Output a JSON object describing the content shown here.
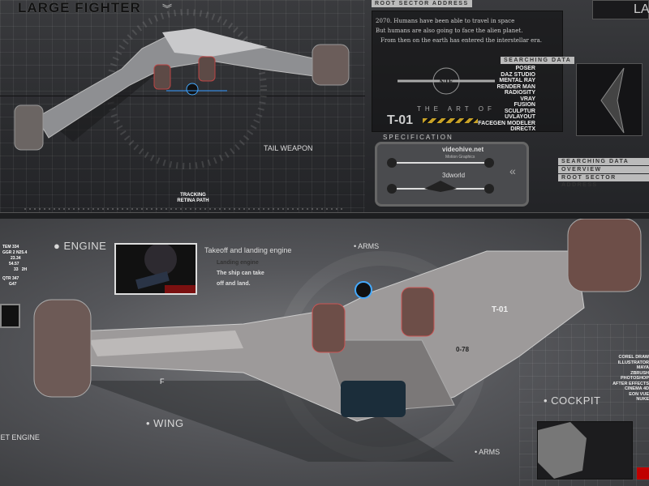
{
  "top_panel": {
    "title": "LARGE FIGHTER",
    "tail_weapon": "TAIL WEAPON",
    "tracking": [
      "TRACKING",
      "RETINA PATH"
    ],
    "root_sector_top": "ROOT SECTOR ADDRESS",
    "story": [
      "2070. Humans have been able to travel in space",
      "But humans are also going to face the alien planet.",
      "From then on the earth has entered the interstellar era."
    ],
    "searching_data": "SEARCHING DATA",
    "software": [
      "POSER",
      "DAZ STUDIO",
      "MENTAL RAY",
      "RENDER MAN",
      "RADIOSITY",
      "VRAY",
      "FUSION",
      "SCULPTUR",
      "UVLAYOUT",
      "FACEGEN MODELER",
      "DIRECTX"
    ],
    "emblem": "NIE",
    "art_of": "THE ART OF",
    "model": "T-01",
    "specification": "SPECIFICATION",
    "spec_text": [
      "videohive.net",
      "Motion Graphics",
      "3dworld"
    ],
    "right_tags": [
      "SEARCHING DATA",
      "OVERVIEW",
      "ROOT SECTOR ADDRESS"
    ],
    "corner_label": "LA"
  },
  "bottom_panel": {
    "engine": "ENGINE",
    "hud_numbers": [
      "TEM 334",
      "GGR 2 N25.4",
      "23.34",
      "54.57",
      "33",
      "2H",
      "QTR 347",
      "G47"
    ],
    "engine_title": "Takeoff and landing engine",
    "engine_desc": [
      "Landing engine",
      "The ship can take",
      "off and land."
    ],
    "arms_top": "ARMS",
    "arms_bottom": "ARMS",
    "wing": "WING",
    "cockpit": "COCKPIT",
    "jet_engine": "JET ENGINE",
    "hull_marks": [
      "T-01",
      "0-78",
      "F"
    ],
    "software_right": [
      "COREL DRAW",
      "ILLUSTRATOR",
      "MAYA",
      "ZBRUSH",
      "PHOTOSHOP",
      "AFTER EFFECTS",
      "CINEMA 4D",
      "EON VUE",
      "NUKE"
    ]
  },
  "colors": {
    "accent_red": "#c00000",
    "hazard_yellow": "#c9a227"
  }
}
